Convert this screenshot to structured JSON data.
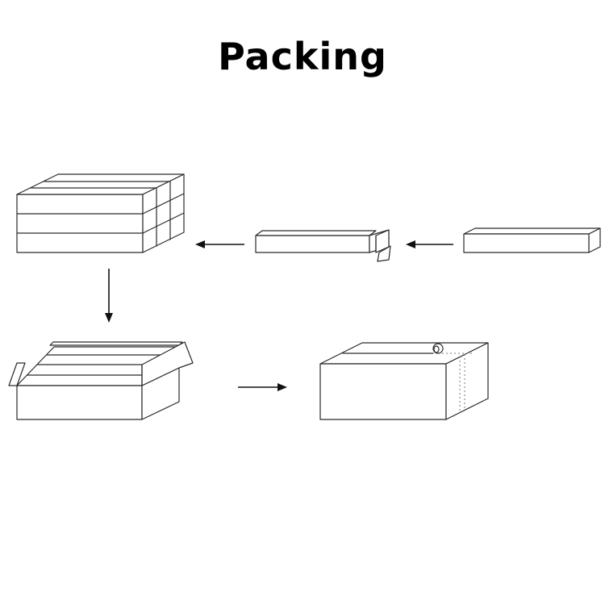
{
  "title": "Packing",
  "steps": [
    {
      "name": "single-tube-bar"
    },
    {
      "name": "tube-with-end-cap"
    },
    {
      "name": "stacked-bundle"
    },
    {
      "name": "open-carton"
    },
    {
      "name": "sealed-carton"
    }
  ],
  "colors": {
    "line": "#2a2a2a",
    "arrow": "#111111",
    "background": "#ffffff"
  }
}
